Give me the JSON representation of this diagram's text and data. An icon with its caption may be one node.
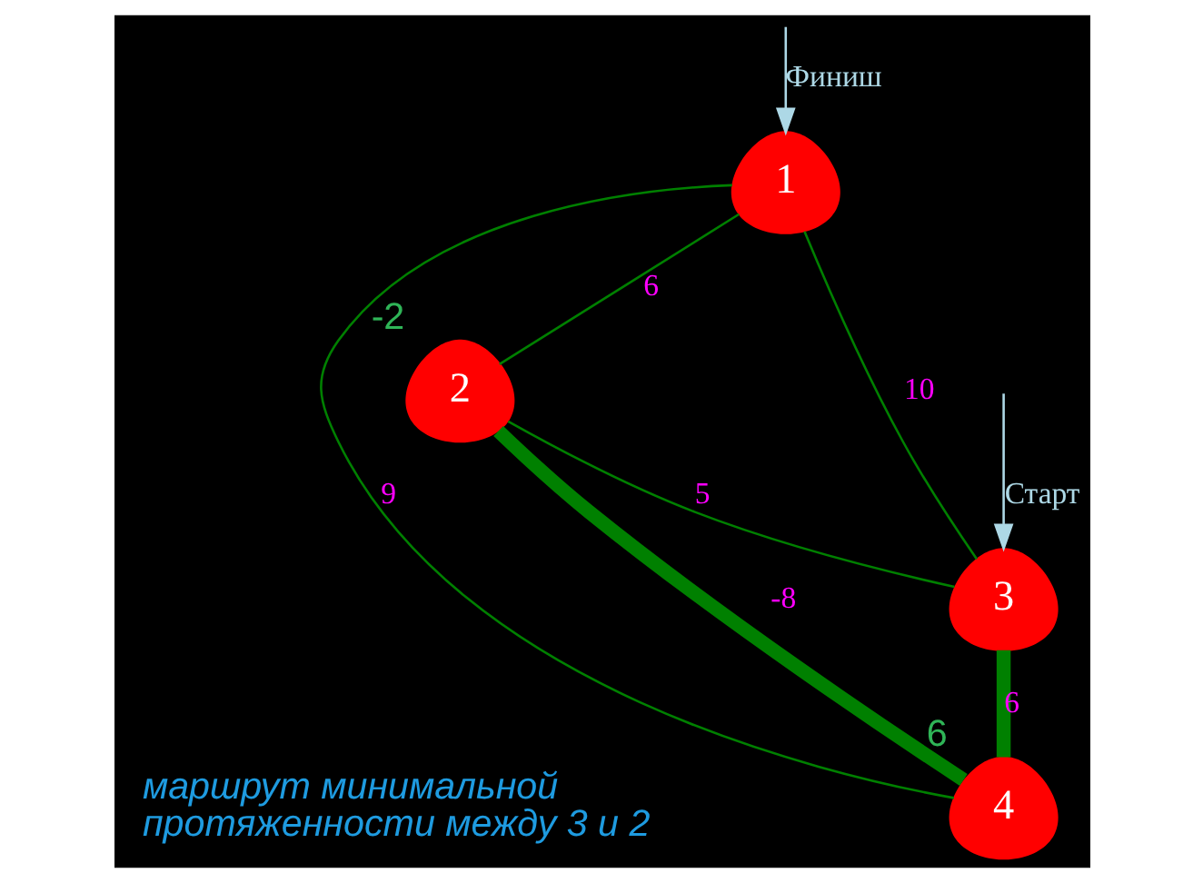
{
  "diagram": {
    "nodes": [
      {
        "text": [
          "1"
        ]
      },
      {
        "text": [
          "2"
        ],
        "beside": [
          "-2"
        ]
      },
      {
        "text": [
          "3"
        ]
      },
      {
        "text": [
          "4"
        ],
        "beside": [
          "6"
        ]
      }
    ],
    "edges": [
      {
        "from": null,
        "to": 0,
        "arrow": "to",
        "label": "Финиш",
        "color": "#add8e6"
      },
      {
        "from": 0,
        "to": 1,
        "arrow": "none",
        "label": "6"
      },
      {
        "from": 0,
        "to": 2,
        "arrow": "none",
        "label": "10"
      },
      {
        "from": 0,
        "to": 3,
        "arrow": "none",
        "label": "9"
      },
      {
        "from": 1,
        "to": 2,
        "arrow": "none",
        "label": "5"
      },
      {
        "from": 1,
        "to": 3,
        "arrow": "none",
        "label": "-8",
        "style": "thick"
      },
      {
        "from": null,
        "to": 2,
        "arrow": "to",
        "label": "Старт",
        "color": "#add8e6"
      },
      {
        "from": 2,
        "to": 3,
        "arrow": "none",
        "label": "6",
        "style": "thick"
      }
    ],
    "labels": [
      "маршрут минимальной протяженности между 3 и 2"
    ]
  }
}
